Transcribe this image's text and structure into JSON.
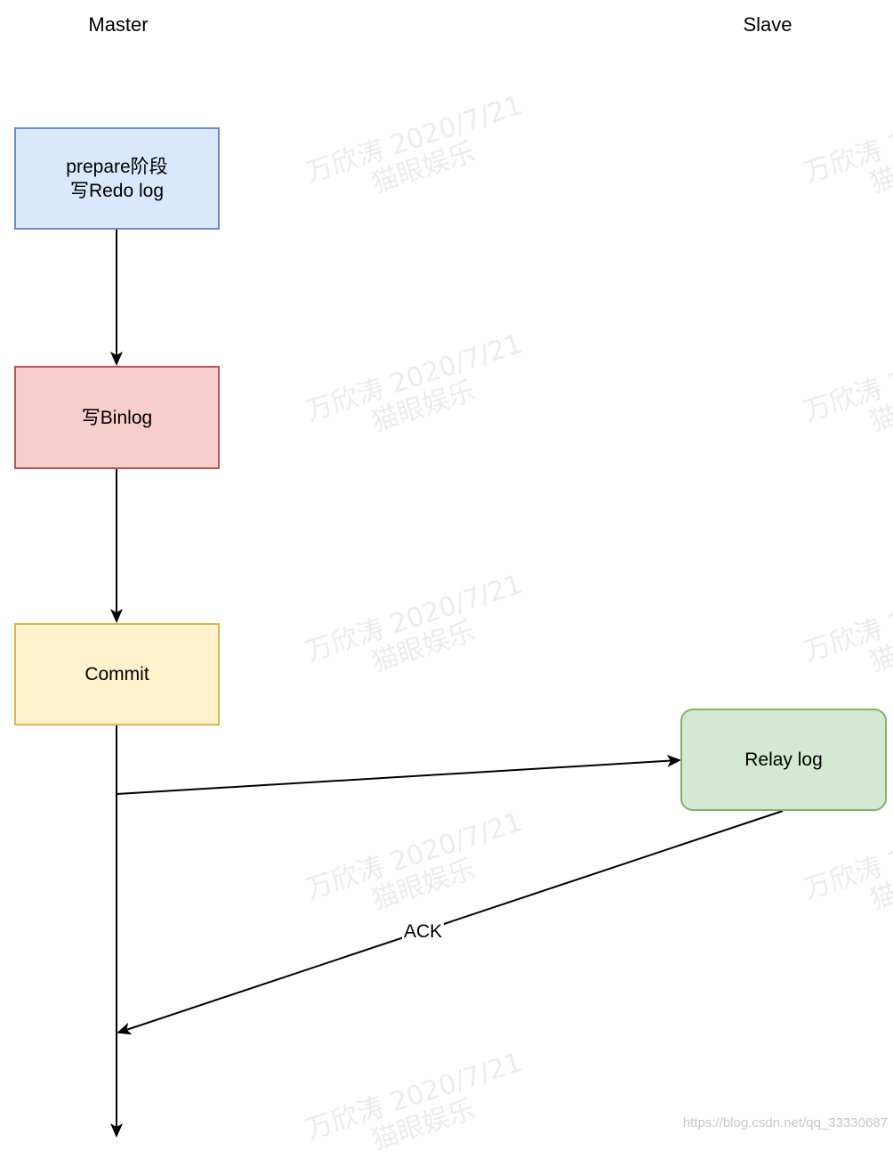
{
  "lanes": {
    "master": "Master",
    "slave": "Slave"
  },
  "nodes": {
    "prepare": {
      "text": "prepare阶段\n写Redo log",
      "fill": "#dae8fc",
      "stroke": "#6c8ebf"
    },
    "binlog": {
      "text": "写Binlog",
      "fill": "#f8cecc",
      "stroke": "#b85450"
    },
    "commit": {
      "text": "Commit",
      "fill": "#fff2cc",
      "stroke": "#d6b656"
    },
    "relay": {
      "text": "Relay log",
      "fill": "#d5e8d4",
      "stroke": "#82b366"
    }
  },
  "edges": {
    "ack_label": "ACK"
  },
  "watermark": {
    "text": "万欣涛 2020/7/21\n猫眼娱乐"
  },
  "footer": {
    "url": "https://blog.csdn.net/qq_33330687"
  },
  "colors": {
    "line": "#000000",
    "watermark": "#ececec"
  }
}
